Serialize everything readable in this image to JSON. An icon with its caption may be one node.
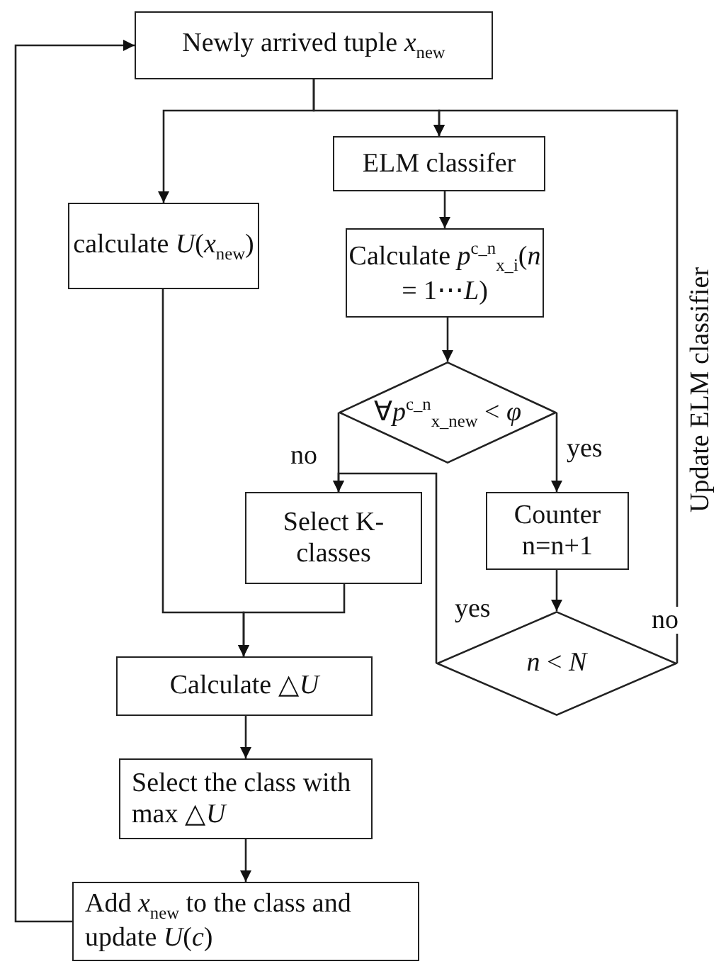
{
  "diagram": {
    "nodes": [
      {
        "text": [
          "Newly arrived tuple *x*$_{new}$"
        ]
      },
      {
        "text": [
          "calculate *U*(*x*$_{new}$)"
        ]
      },
      {
        "text": [
          "ELM classifer"
        ]
      },
      {
        "text": [
          "Calculate *p*$^{c_n}$$_{x_i}$(*n* = 1⋯*L*)"
        ]
      },
      {
        "text": [
          "∀*p*$^{c_n}$$_{x_new}$ < *φ*"
        ]
      },
      {
        "text": [
          "Select K- classes"
        ]
      },
      {
        "text": [
          "Counter n=n+1"
        ]
      },
      {
        "text": [
          "*n* < *N*"
        ]
      },
      {
        "text": [
          "Calculate △*U*"
        ]
      },
      {
        "text": [
          "Select the class with max △*U*"
        ]
      },
      {
        "text": [
          "Add *x*$_{new}$ to the class and update *U*(*c*)"
        ]
      }
    ],
    "edges": [
      {
        "from": 0,
        "to": 1,
        "arrow": "to"
      },
      {
        "from": 0,
        "to": 2,
        "arrow": "to"
      },
      {
        "from": 2,
        "to": 3,
        "arrow": "to"
      },
      {
        "from": 3,
        "to": 4,
        "arrow": "to"
      },
      {
        "from": 4,
        "to": 5,
        "arrow": "to",
        "label": "no"
      },
      {
        "from": 4,
        "to": 6,
        "arrow": "to",
        "label": "yes"
      },
      {
        "from": 5,
        "to": 8,
        "arrow": "to"
      },
      {
        "from": 1,
        "to": 8,
        "arrow": "to"
      },
      {
        "from": 6,
        "to": 7,
        "arrow": "to"
      },
      {
        "from": 7,
        "to": 5,
        "arrow": "to",
        "label": "yes"
      },
      {
        "from": 7,
        "to": 2,
        "arrow": "to",
        "label": "no"
      },
      {
        "from": 8,
        "to": 9,
        "arrow": "to"
      },
      {
        "from": 9,
        "to": 10,
        "arrow": "to"
      },
      {
        "from": 10,
        "to": 0,
        "arrow": "to"
      }
    ],
    "labels": [
      "Update ELM classifier"
    ]
  }
}
